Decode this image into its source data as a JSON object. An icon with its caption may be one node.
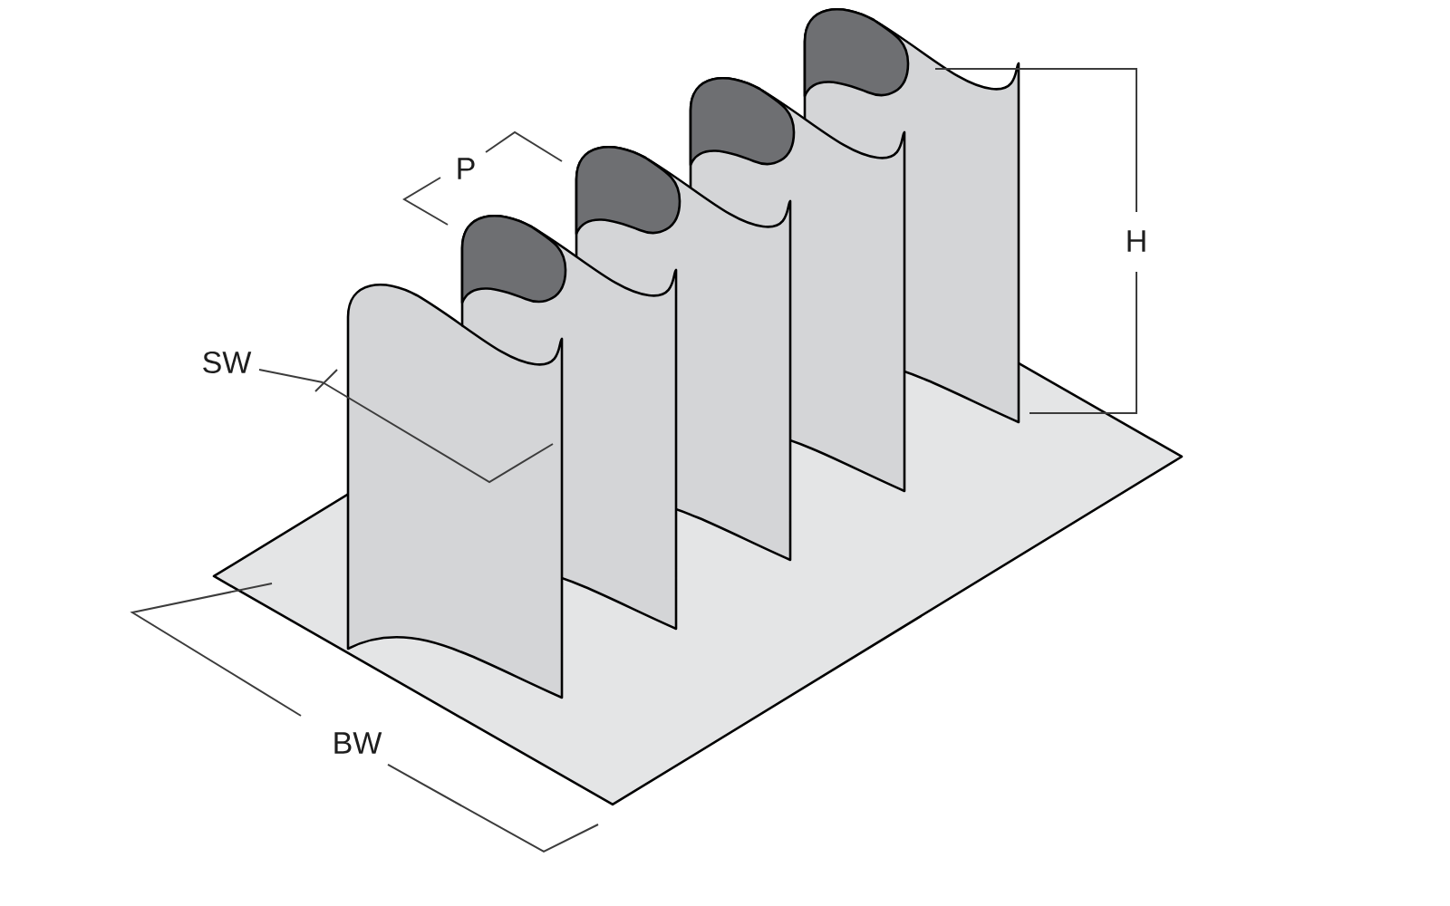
{
  "diagram": {
    "labels": [
      "P",
      "H",
      "SW",
      "BW"
    ]
  }
}
